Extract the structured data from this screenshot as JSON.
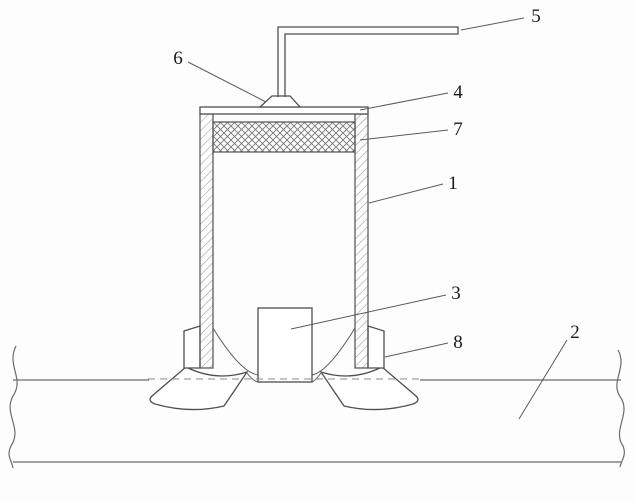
{
  "figure": {
    "background": "#fdfdfd",
    "stroke_color": "#4f4f4f",
    "hatch_color": "#9b9b9b",
    "crosshatch_color": "#777777",
    "hidden_line_color": "#8a8a8a",
    "label_color": "#1a1a1a",
    "labels": {
      "l1": {
        "text": "1"
      },
      "l2": {
        "text": "2"
      },
      "l3": {
        "text": "3"
      },
      "l4": {
        "text": "4"
      },
      "l5": {
        "text": "5"
      },
      "l6": {
        "text": "6"
      },
      "l7": {
        "text": "7"
      },
      "l8": {
        "text": "8"
      }
    }
  }
}
